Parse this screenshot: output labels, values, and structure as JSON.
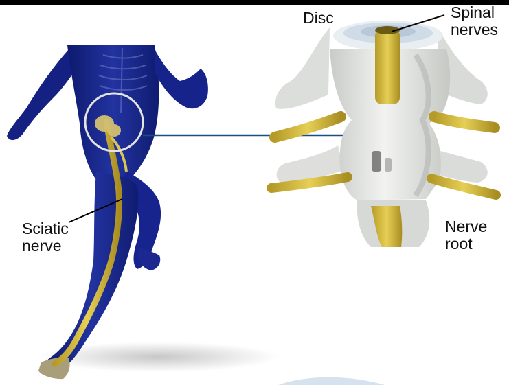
{
  "labels": {
    "disc": "Disc",
    "spinal_nerves": [
      "Spinal",
      "nerves"
    ],
    "sciatic_nerve": [
      "Sciatic",
      "nerve"
    ],
    "nerve_root": [
      "Nerve",
      "root"
    ]
  },
  "colors": {
    "body": "#1c2a8c",
    "nerve": "#d9c45a",
    "bone": "#e6e8e6",
    "leader_line": "#1a4f86",
    "label_text": "#111111",
    "top_bar": "#000000"
  }
}
